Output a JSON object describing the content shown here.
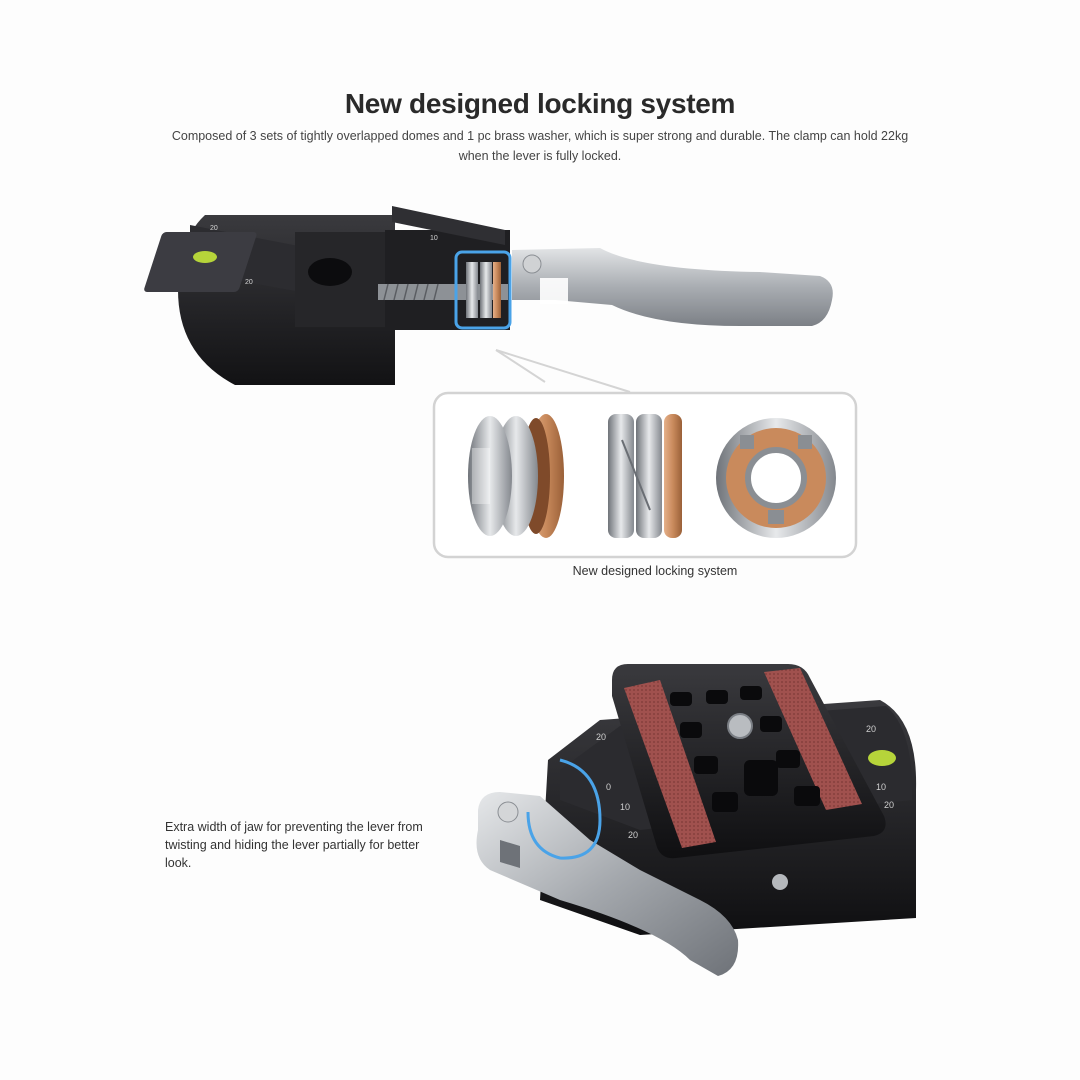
{
  "header": {
    "title": "New designed locking system",
    "description": "Composed of  3 sets of tightly overlapped domes  and 1 pc brass washer, which is super strong and durable. The clamp can hold 22kg  when the lever is fully locked."
  },
  "detail_panel": {
    "caption": "New designed locking system"
  },
  "bottom_section": {
    "note": "Extra width of jaw for preventing the lever from twisting and  hiding the lever partially for better look."
  },
  "colors": {
    "highlight": "#4aa3e8",
    "brass": "#c98a5c",
    "plate_rubber": "#a0514e",
    "bubble_level": "#b6d43a",
    "body_black": "#1c1c1e",
    "steel": "#b5b8bc"
  }
}
